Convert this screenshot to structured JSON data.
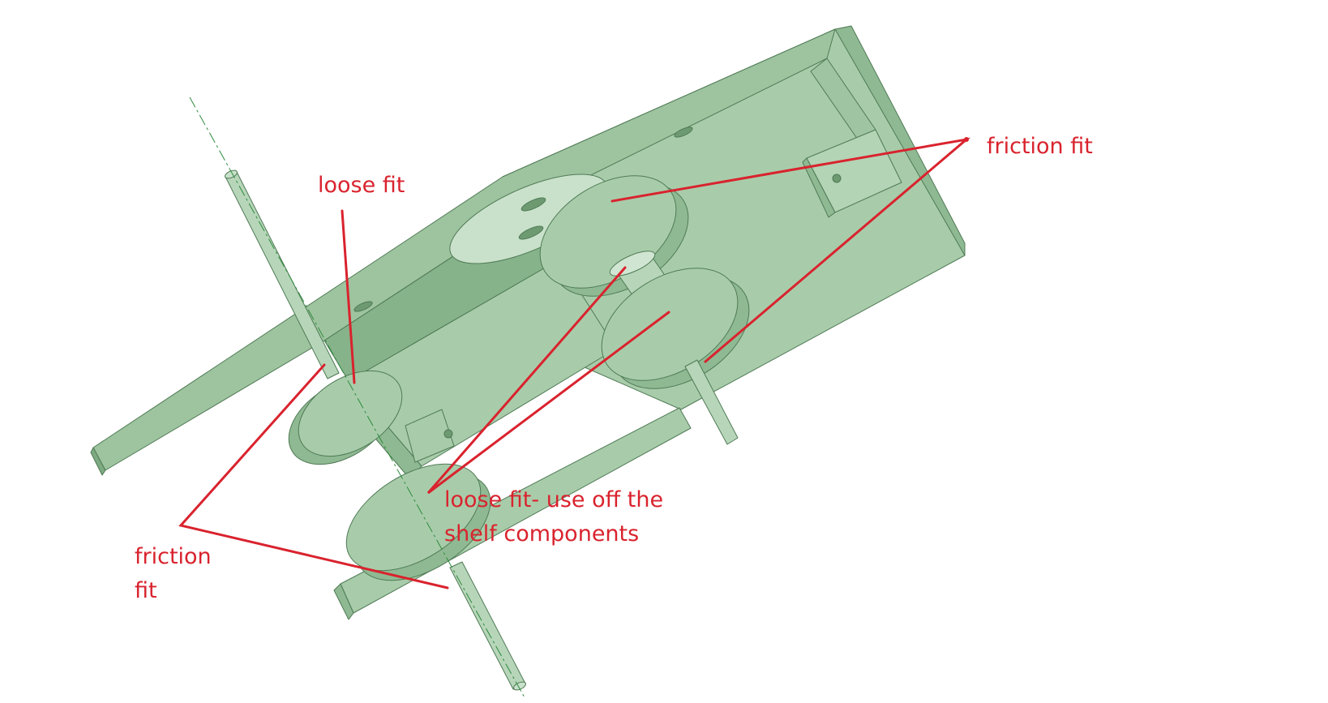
{
  "colors": {
    "annotation": "#d9232e",
    "part_light": "#a8ccaa",
    "part_mid": "#8fb992",
    "part_dark": "#6e9a72",
    "edge": "#4f7a55",
    "axis": "#2e8a3e"
  },
  "annotations": {
    "loose_fit_top": {
      "lines": [
        "loose fit"
      ]
    },
    "friction_fit_right": {
      "lines": [
        "friction fit"
      ]
    },
    "loose_fit_bottom": {
      "lines": [
        "loose fit- use off the",
        "shelf components"
      ]
    },
    "friction_fit_left": {
      "lines": [
        "friction",
        "fit"
      ]
    }
  }
}
